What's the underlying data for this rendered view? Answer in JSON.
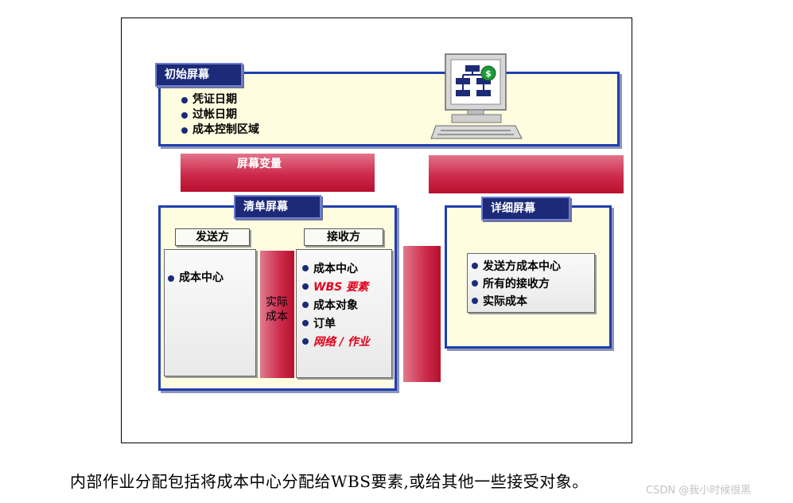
{
  "initial_screen": {
    "title": "初始屏幕",
    "items": [
      "凭证日期",
      "过帐日期",
      "成本控制区域"
    ]
  },
  "screen_variant": {
    "label": "屏幕变量"
  },
  "list_screen": {
    "title": "清单屏幕",
    "sender": {
      "header": "发送方",
      "items": [
        "成本中心"
      ]
    },
    "middle_bar": {
      "label": "实际成本"
    },
    "receiver": {
      "header": "接收方",
      "items": [
        {
          "text": "成本中心",
          "highlight": false
        },
        {
          "text": "WBS 要素",
          "highlight": true
        },
        {
          "text": "成本对象",
          "highlight": false
        },
        {
          "text": "订单",
          "highlight": false
        },
        {
          "text": "网络 / 作业",
          "highlight": true
        }
      ]
    }
  },
  "detail_screen": {
    "title": "详细屏幕",
    "items": [
      "发送方成本中心",
      "所有的接收方",
      "实际成本"
    ]
  },
  "caption": "内部作业分配包括将成本中心分配给WBS要素,或给其他一些接受对象。",
  "watermark": "CSDN @我小时候很黑",
  "colors": {
    "panel_border": "#1f3fb0",
    "tab_bg": "#1c2a78",
    "panel_bg": "#fffde0",
    "bar_red": "#cc2a4b",
    "highlight_text": "#e3001b"
  }
}
